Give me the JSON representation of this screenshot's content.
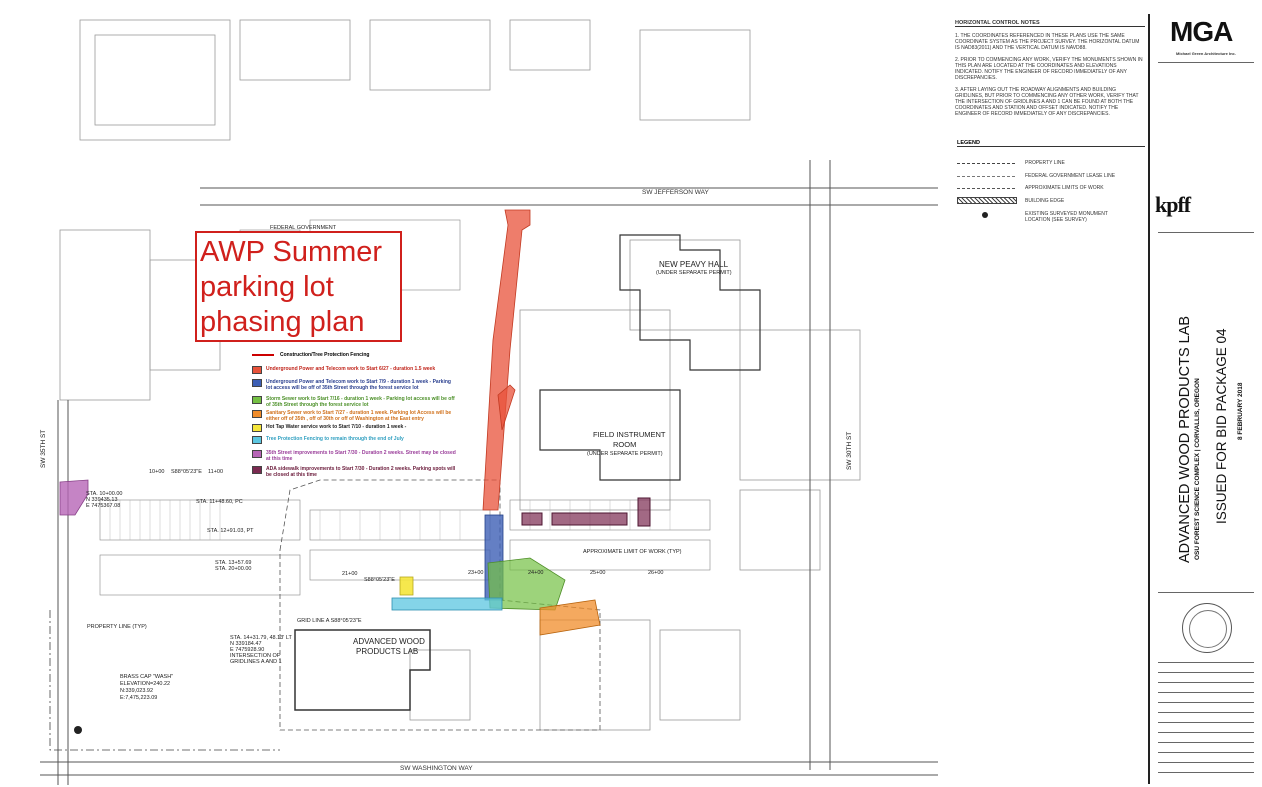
{
  "overlay_title": {
    "line1": "AWP Summer",
    "line2": "parking lot",
    "line3": "phasing plan"
  },
  "phasing_key": {
    "heading": "Construction/Tree Protection Fencing",
    "items": [
      {
        "color": "#e8523a",
        "text": "Underground Power and Telecom work to Start 6/27 - duration 1.5 week"
      },
      {
        "color": "#3d5fb5",
        "text": "Underground Power and Telecom work to Start 7/9 - duration 1 week - Parking lot access will be off of 35th Street through the forest service lot"
      },
      {
        "color": "#74c043",
        "text": "Storm Sewer work to Start 7/16 - duration 1 week - Parking lot access will be off of 35th Street through the forest service lot"
      },
      {
        "color": "#f08c2a",
        "text": "Sanitary Sewer work to Start 7/27 - duration 1 week. Parking lot Access will be either off of 35th , off of 30th or off of Washington at the East entry"
      },
      {
        "color": "#f5e63a",
        "text": "Hot Tap Water service work to Start 7/10 - duration 1 week -"
      },
      {
        "color": "#5bc6e0",
        "text": "Tree Protection Fencing to remain through the end of July"
      },
      {
        "color": "#b765b7",
        "text": "35th Street improvements to Start 7/30 - Duration 2 weeks. Street may be closed at this time"
      },
      {
        "color": "#7a2a50",
        "text": "ADA sidewalk improvements to Start 7/30 - Duration 2 weeks. Parking spots will be closed at this time"
      }
    ]
  },
  "map_labels": {
    "sw_jefferson_way": "SW JEFFERSON WAY",
    "sw_washington_way": "SW WASHINGTON WAY",
    "sw_35th_st": "SW 35TH ST",
    "sw_30th_st": "SW 30TH ST",
    "new_peavy_hall_1": "NEW PEAVY HALL",
    "new_peavy_hall_2": "(UNDER SEPARATE PERMIT)",
    "field_instrument_1": "FIELD INSTRUMENT",
    "field_instrument_2": "ROOM",
    "field_instrument_3": "(UNDER SEPARATE PERMIT)",
    "awp_lab_1": "ADVANCED WOOD",
    "awp_lab_2": "PRODUCTS LAB",
    "federal_government": "FEDERAL GOVERNMENT",
    "approx_limit": "APPROXIMATE LIMIT OF WORK (TYP)",
    "property_line": "PROPERTY LINE (TYP)",
    "brass_cap_1": "BRASS CAP \"WASH\"",
    "brass_cap_2": "ELEVATION=240.22",
    "brass_cap_3": "N:339,023.92",
    "brass_cap_4": "E:7,475,223.09",
    "grid_line": "GRID LINE A S88°05'23\"E",
    "sta_10": "STA. 10+00.00",
    "sta_10_n": "N 339435.13",
    "sta_10_e": "E 7475367.08",
    "sta_11": "STA. 11+48.60, PC",
    "sta_12": "STA. 12+91.03, PT",
    "sta_13": "STA. 13+57.69",
    "sta_13b": "STA. 20+00.00",
    "sta_14": "STA. 14+31.79, 48.13' LT",
    "sta_14_n": "N 339184.47",
    "sta_14_e": "E 7475928.90",
    "sta_14_note1": "INTERSECTION OF",
    "sta_14_note2": "GRIDLINES A AND 1",
    "st_10": "10+00",
    "st_11": "11+00",
    "st_21": "21+00",
    "st_23": "23+00",
    "st_24": "24+00",
    "st_25": "25+00",
    "st_26": "26+00",
    "bearing1": "S88°05'23\"E",
    "bearing2": "S88°05'23\"E"
  },
  "horizontal_control_notes": {
    "heading": "HORIZONTAL CONTROL NOTES",
    "notes": [
      "1.  THE COORDINATES REFERENCED IN THESE PLANS USE THE SAME COORDINATE SYSTEM AS THE PROJECT SURVEY. THE HORIZONTAL DATUM IS NAD83(2011) AND THE VERTICAL DATUM IS NAVD88.",
      "2.  PRIOR TO COMMENCING ANY WORK, VERIFY THE MONUMENTS SHOWN IN THIS PLAN ARE LOCATED AT THE COORDINATES AND ELEVATIONS INDICATED. NOTIFY THE ENGINEER OF RECORD IMMEDIATELY OF ANY DISCREPANCIES.",
      "3.  AFTER LAYING OUT THE ROADWAY ALIGNMENTS AND BUILDING GRIDLINES, BUT PRIOR TO COMMENCING ANY OTHER WORK, VERIFY THAT THE INTERSECTION OF GRIDLINES A AND 1 CAN BE FOUND AT BOTH THE COORDINATES AND STATION AND OFFSET INDICATED. NOTIFY THE ENGINEER OF RECORD IMMEDIATELY OF ANY DISCREPANCIES."
    ]
  },
  "legend": {
    "heading": "LEGEND",
    "items": [
      "PROPERTY LINE",
      "FEDERAL GOVERNMENT LEASE LINE",
      "APPROXIMATE LIMITS OF WORK",
      "BUILDING EDGE",
      "EXISTING SURVEYED MONUMENT LOCATION (SEE SURVEY)"
    ]
  },
  "title_block": {
    "firm": "MGA",
    "firm_sub": "Michael Green Architecture Inc.",
    "engineer": "kpff",
    "project_title": "ADVANCED WOOD PRODUCTS LAB",
    "project_sub": "OSU FOREST SCIENCE COMPLEX  |  CORVALLIS, OREGON",
    "issue": "ISSUED FOR BID PACKAGE 04",
    "date": "8 FEBRUARY 2018"
  }
}
